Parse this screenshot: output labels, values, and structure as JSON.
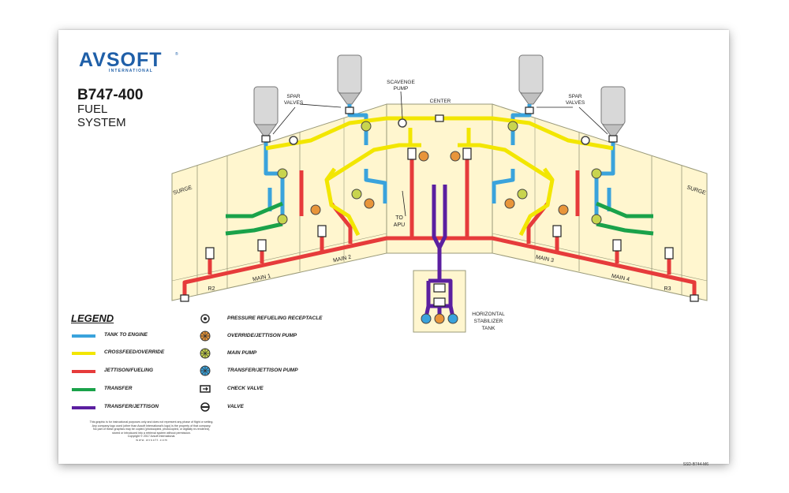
{
  "logo": {
    "text": "AVSOFT",
    "sub": "INTERNATIONAL",
    "tm": "®"
  },
  "title": {
    "model": "B747-400",
    "line1": "FUEL",
    "line2": "SYSTEM"
  },
  "diagram_labels": {
    "spar_valves": "SPAR VALVES",
    "spar_valves_l1": "SPAR",
    "spar_valves_l2": "VALVES",
    "scavenge_l1": "SCAVENGE",
    "scavenge_l2": "PUMP",
    "center": "CENTER",
    "surge_left": "SURGE",
    "surge_right": "SURGE",
    "r2": "R2",
    "r3": "R3",
    "main1": "MAIN 1",
    "main2": "MAIN 2",
    "main3": "MAIN 3",
    "main4": "MAIN 4",
    "to_apu_l1": "TO",
    "to_apu_l2": "APU",
    "hstab_l1": "HORIZONTAL",
    "hstab_l2": "STABILIZER",
    "hstab_l3": "TANK"
  },
  "colors": {
    "tank_to_engine": "#3aa3dc",
    "crossfeed": "#f2e600",
    "jettison_fueling": "#e63b3b",
    "transfer": "#1aa24a",
    "transfer_jettison": "#5b1fa0",
    "tank_fill": "#fff6cf"
  },
  "legend": {
    "title": "LEGEND",
    "lines": [
      {
        "label": "TANK TO ENGINE",
        "color": "#3aa3dc"
      },
      {
        "label": "CROSSFEED/OVERRIDE",
        "color": "#f2e600"
      },
      {
        "label": "JETTISON/FUELING",
        "color": "#e63b3b"
      },
      {
        "label": "TRANSFER",
        "color": "#1aa24a"
      },
      {
        "label": "TRANSFER/JETTISON",
        "color": "#5b1fa0"
      }
    ],
    "symbols": [
      {
        "label": "PRESSURE REFUELING RECEPTACLE",
        "icon": "refuel-receptacle-icon"
      },
      {
        "label": "OVERRIDE/JETTISON PUMP",
        "icon": "override-pump-icon"
      },
      {
        "label": "MAIN PUMP",
        "icon": "main-pump-icon"
      },
      {
        "label": "TRANSFER/JETTISON PUMP",
        "icon": "transfer-pump-icon"
      },
      {
        "label": "CHECK VALVE",
        "icon": "check-valve-icon"
      },
      {
        "label": "VALVE",
        "icon": "valve-icon"
      }
    ]
  },
  "disclaimer": [
    "This graphic is for instructional purposes only and does not represent any phase of flight or setting.",
    "Any company logo used (other than Avsoft International's logo) is the property of that company.",
    "No part of these graphics may be copied (photocopied, photocopied, or digitally re-rendered),",
    "stored or introduced into a retrieval system without permission.",
    "Copyright © 2017 Avsoft International.",
    "w w w . a v s o f t . c o m"
  ],
  "doc_id": "SSD-B744-M6"
}
